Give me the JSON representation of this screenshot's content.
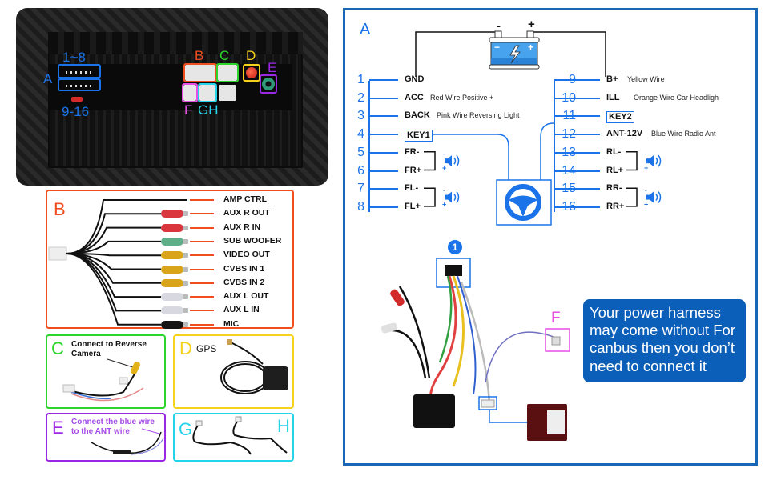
{
  "colors": {
    "blue_accent": "#1a73e8",
    "frame_blue": "#1766b8",
    "info_box_blue": "#0b5fb8",
    "panel_b_orange": "#f04e1f",
    "panel_c_green": "#2bd52b",
    "panel_d_yellow": "#f6d21c",
    "panel_e_purple": "#9b27e6",
    "panel_f_magenta": "#e64fe6",
    "panel_gh_cyan": "#25d4e8"
  },
  "head_unit": {
    "labels": {
      "a": "A",
      "pins_top": "1~8",
      "pins_bottom": "9-16",
      "b": "B",
      "c": "C",
      "d": "D",
      "e": "E",
      "f": "F",
      "gh": "GH"
    }
  },
  "panel_b": {
    "letter": "B",
    "cables": [
      {
        "label": "AMP CTRL",
        "plug": "wire"
      },
      {
        "label": "AUX  R  OUT",
        "plug": "red"
      },
      {
        "label": "AUX  R  IN",
        "plug": "red"
      },
      {
        "label": "SUB  WOOFER",
        "plug": "green"
      },
      {
        "label": "VIDEO  OUT",
        "plug": "yellow"
      },
      {
        "label": "CVBS IN 1",
        "plug": "yellow"
      },
      {
        "label": "CVBS IN 2",
        "plug": "yellow"
      },
      {
        "label": "AUX  L  OUT",
        "plug": "white"
      },
      {
        "label": "AUX  L  IN",
        "plug": "white"
      },
      {
        "label": "MIC",
        "plug": "black"
      }
    ]
  },
  "panel_c": {
    "letter": "C",
    "note": "Connect to Reverse Camera"
  },
  "panel_d": {
    "letter": "D",
    "title": "GPS"
  },
  "panel_e": {
    "letter": "E",
    "note": "Connect the blue wire to the ANT wire"
  },
  "panel_gh": {
    "letter_g": "G",
    "letter_h": "H"
  },
  "diagram_a": {
    "letter": "A",
    "battery": {
      "minus": "-",
      "plus": "+",
      "inner_minus": "−",
      "inner_plus": "+"
    },
    "left_pins": [
      {
        "num": "1",
        "name": "GND",
        "desc": ""
      },
      {
        "num": "2",
        "name": "ACC",
        "desc": "Red Wire Positive +"
      },
      {
        "num": "3",
        "name": "BACK",
        "desc": "Pink Wire Reversing Light"
      },
      {
        "num": "4",
        "name": "KEY1",
        "desc": "",
        "boxed": true
      },
      {
        "num": "5",
        "name": "FR-",
        "desc": ""
      },
      {
        "num": "6",
        "name": "FR+",
        "desc": ""
      },
      {
        "num": "7",
        "name": "FL-",
        "desc": ""
      },
      {
        "num": "8",
        "name": "FL+",
        "desc": ""
      }
    ],
    "right_pins": [
      {
        "num": "9",
        "name": "B+",
        "desc": "Yellow Wire"
      },
      {
        "num": "10",
        "name": "ILL",
        "desc": "Orange Wire Car Headligh"
      },
      {
        "num": "11",
        "name": "KEY2",
        "desc": "",
        "boxed": true
      },
      {
        "num": "12",
        "name": "ANT-12V",
        "desc": "Blue Wire Radio Ant"
      },
      {
        "num": "13",
        "name": "RL-",
        "desc": ""
      },
      {
        "num": "14",
        "name": "RL+",
        "desc": ""
      },
      {
        "num": "15",
        "name": "RR-",
        "desc": ""
      },
      {
        "num": "16",
        "name": "RR+",
        "desc": ""
      }
    ],
    "speaker_signs": {
      "minus": "-",
      "plus": "+"
    },
    "harness_badge": "1",
    "harness_f_label": "F",
    "info_note": "Your power harness may come without For canbus then you don’t need to connect it"
  }
}
